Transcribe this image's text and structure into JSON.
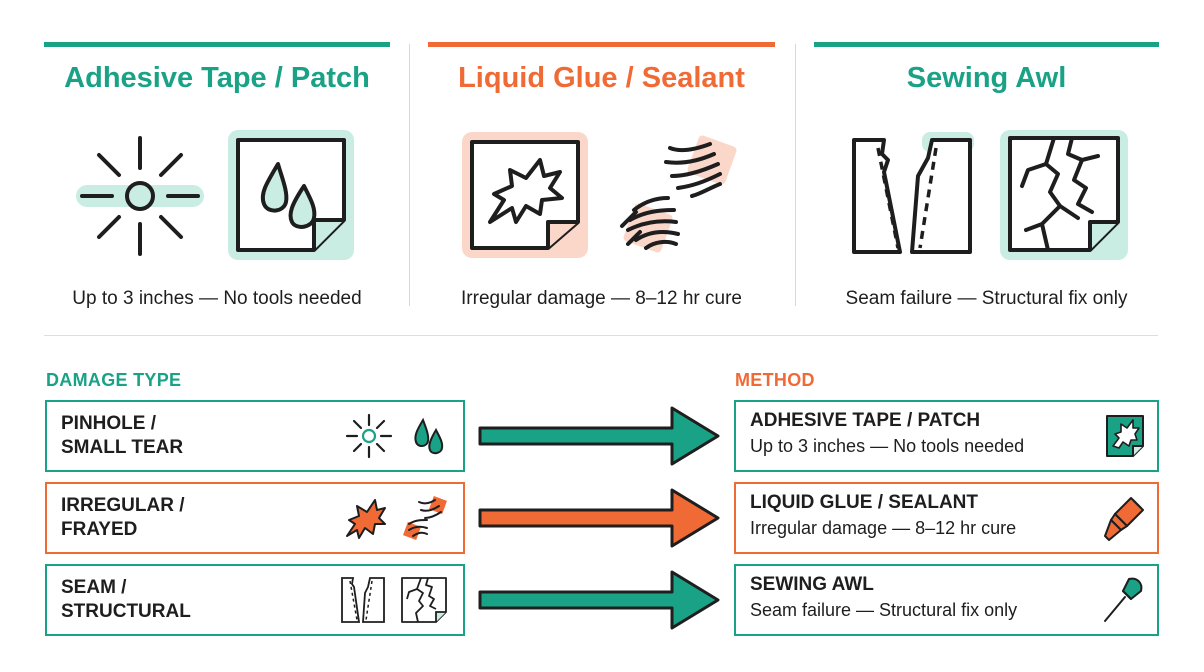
{
  "colors": {
    "teal": "#1aa287",
    "orange": "#f06a35",
    "teal_light": "#c9ece3",
    "orange_light": "#fbd7c9",
    "ink": "#1e1e1e"
  },
  "columns": [
    {
      "title": "Adhesive Tape / Patch",
      "caption": "Up to 3 inches — No tools needed",
      "accent": "teal",
      "icons": [
        "sunburst-pinhole-icon",
        "water-drops-patch-icon"
      ]
    },
    {
      "title": "Liquid Glue / Sealant",
      "caption": "Irregular damage — 8–12 hr cure",
      "accent": "orange",
      "icons": [
        "torn-fabric-patch-icon",
        "frayed-fabric-icon"
      ]
    },
    {
      "title": "Sewing Awl",
      "caption": "Seam failure — Structural fix only",
      "accent": "teal",
      "icons": [
        "split-seam-icon",
        "cracked-panel-icon"
      ]
    }
  ],
  "damage_type": {
    "label": "DAMAGE TYPE",
    "rows": [
      {
        "line1": "PINHOLE /",
        "line2": "SMALL TEAR",
        "accent": "teal",
        "icons": [
          "sunburst-icon",
          "water-drops-icon"
        ]
      },
      {
        "line1": "IRREGULAR /",
        "line2": "FRAYED",
        "accent": "orange",
        "icons": [
          "torn-shape-icon",
          "frayed-ends-icon"
        ]
      },
      {
        "line1": "SEAM /",
        "line2": "STRUCTURAL",
        "accent": "teal",
        "icons": [
          "split-seam-icon",
          "cracked-panel-icon"
        ]
      }
    ]
  },
  "method": {
    "label": "METHOD",
    "rows": [
      {
        "title": "ADHESIVE TAPE / PATCH",
        "sub": "Up to 3 inches — No tools needed",
        "accent": "teal",
        "icon": "patch-icon"
      },
      {
        "title": "LIQUID GLUE / SEALANT",
        "sub": "Irregular damage — 8–12 hr cure",
        "accent": "orange",
        "icon": "glue-tube-icon"
      },
      {
        "title": "SEWING AWL",
        "sub": "Seam failure — Structural fix only",
        "accent": "teal",
        "icon": "sewing-awl-icon"
      }
    ]
  }
}
